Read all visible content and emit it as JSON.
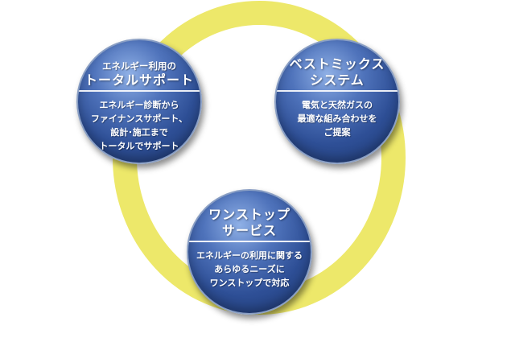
{
  "colors": {
    "ring": "#ede86a",
    "circle_dark": "#1f3a74",
    "circle_mid": "#4f73bb",
    "text": "#ffffff"
  },
  "circles": [
    {
      "title_small": "エネルギー利用の",
      "title_large": "トータルサポート",
      "body": [
        "エネルギー診断から",
        "ファイナンスサポート、",
        "設計･施工まで",
        "トータルでサポート"
      ]
    },
    {
      "title_large_lines": [
        "ベストミックス",
        "システム"
      ],
      "body": [
        "電気と天然ガスの",
        "最適な組み合わせを",
        "ご提案"
      ]
    },
    {
      "title_large_lines": [
        "ワンストップ",
        "サービス"
      ],
      "body": [
        "エネルギーの利用に関する",
        "あらゆるニーズに",
        "ワンストップで対応"
      ]
    }
  ]
}
